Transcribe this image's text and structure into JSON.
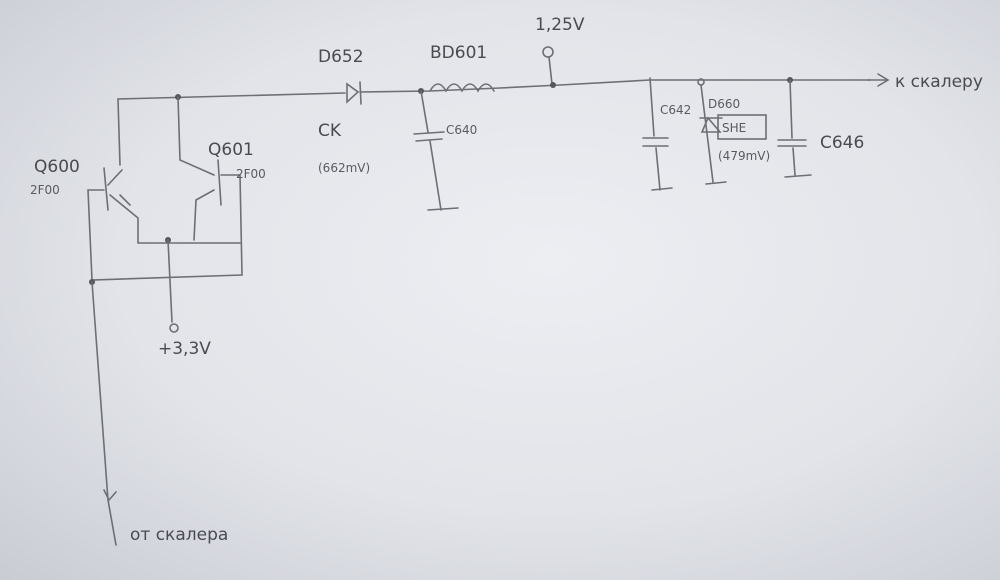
{
  "schematic": {
    "transistor_left": {
      "ref": "Q600",
      "marking": "2F00"
    },
    "transistor_right": {
      "ref": "Q601",
      "marking": "2F00"
    },
    "supply": "+3,3V",
    "input_label": "от скалера",
    "output_label": "к скалеру",
    "diode_series": {
      "ref": "D652",
      "marking": "CK",
      "voltage": "(662mV)"
    },
    "inductor": {
      "ref": "BD601"
    },
    "test_point": {
      "voltage": "1,25V"
    },
    "cap_1": {
      "ref": "C640"
    },
    "cap_2": {
      "ref": "C642"
    },
    "diode_zener": {
      "ref": "D660",
      "marking": "SHE",
      "voltage": "(479mV)"
    },
    "cap_3": {
      "ref": "C646"
    }
  }
}
